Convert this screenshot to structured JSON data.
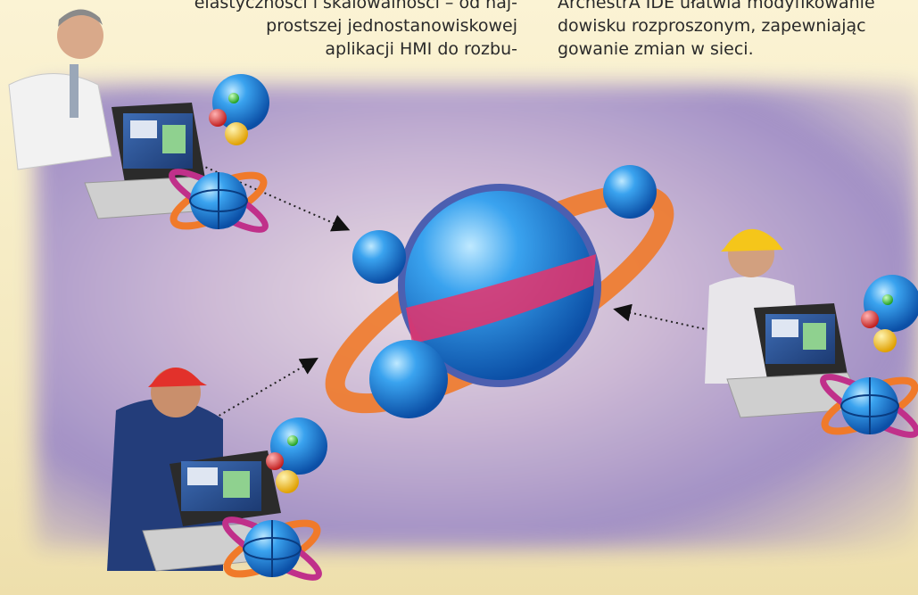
{
  "article": {
    "left_column": [
      "elastyczności i skalowalności – od naj-",
      "prostszej jednostanowiskowej",
      "aplikacji HMI do rozbu-"
    ],
    "right_column": [
      "ArchestrA IDE ułatwia modyfikowanie",
      "dowisku rozproszonym, zapewniając",
      "gowanie zmian w sieci."
    ]
  },
  "colors": {
    "sphere_blue": "#1f7fd6",
    "ring_orange": "#f07a2a",
    "ring_magenta": "#c0308a",
    "sphere_red": "#e23a3a",
    "panel_purple": "#a894c9"
  },
  "icons": [
    "engineer-laptop-icon",
    "worker-laptop-icon",
    "operator-laptop-icon",
    "archestra-sphere-icon",
    "globe-icon",
    "molecule-icon",
    "arrow-icon"
  ]
}
